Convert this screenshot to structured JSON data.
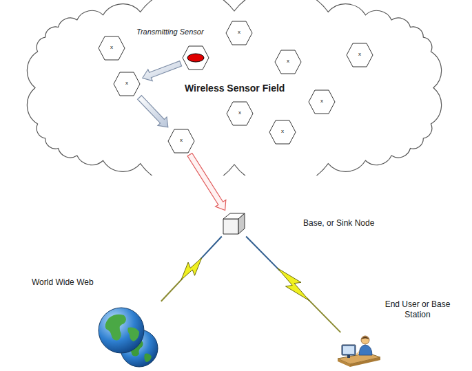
{
  "diagram": {
    "nodes": [
      {
        "text": [
          "Wireless Sensor Field"
        ]
      },
      {
        "text": [
          "x"
        ],
        "in": 0
      },
      {
        "text": [
          "x"
        ],
        "in": 0
      },
      {
        "text": [
          "Transmitting Sensor"
        ],
        "in": 0
      },
      {
        "text": [
          "x"
        ],
        "in": 0
      },
      {
        "text": [
          "x"
        ],
        "in": 0
      },
      {
        "text": [
          "x"
        ],
        "in": 0
      },
      {
        "text": [
          "x"
        ],
        "in": 0
      },
      {
        "text": [
          "x"
        ],
        "in": 0
      },
      {
        "text": [
          "x"
        ],
        "in": 0
      },
      {
        "text": [
          "x"
        ],
        "in": 0
      },
      {
        "text": [
          "Base, or Sink Node"
        ]
      },
      {
        "text": [
          "World Wide Web"
        ]
      },
      {
        "text": [
          "End User or Base Station"
        ]
      }
    ],
    "edges": [
      {
        "from": 3,
        "to": 6,
        "arrow": "to"
      },
      {
        "from": 6,
        "to": 10,
        "arrow": "to"
      },
      {
        "from": 10,
        "to": 11,
        "arrow": "to"
      },
      {
        "from": 11,
        "to": 12,
        "arrow": "none"
      },
      {
        "from": 11,
        "to": 13,
        "arrow": "none"
      }
    ]
  }
}
